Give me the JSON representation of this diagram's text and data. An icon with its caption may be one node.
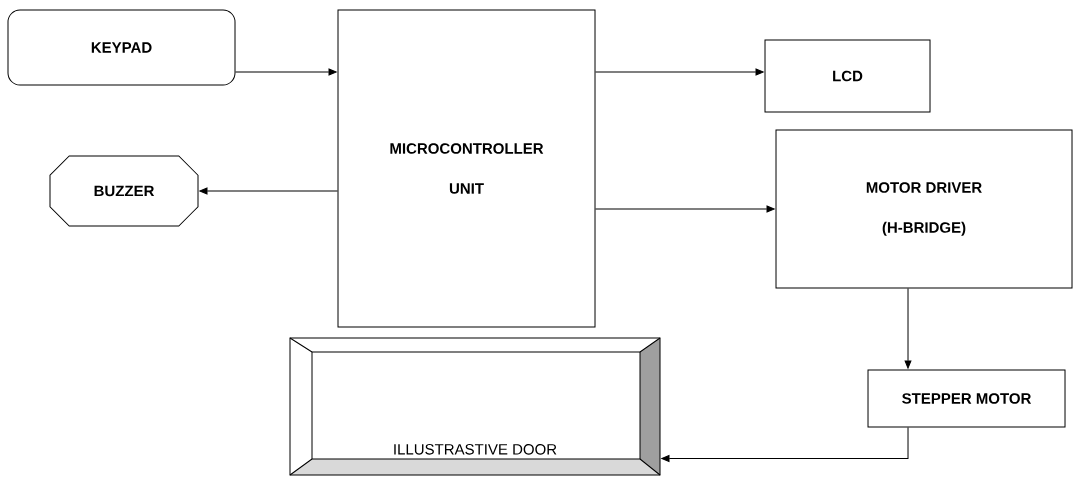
{
  "diagram": {
    "nodes": [
      {
        "text": [
          "KEYPAD"
        ]
      },
      {
        "text": [
          "MICROCONTROLLER",
          "UNIT"
        ]
      },
      {
        "text": [
          "LCD"
        ]
      },
      {
        "text": [
          "BUZZER"
        ]
      },
      {
        "text": [
          "MOTOR DRIVER",
          "(H-BRIDGE)"
        ]
      },
      {
        "text": [
          "STEPPER MOTOR"
        ]
      },
      {
        "text": [
          "ILLUSTRASTIVE DOOR"
        ]
      }
    ],
    "edges": [
      {
        "from": 0,
        "to": 1,
        "arrow": "to"
      },
      {
        "from": 1,
        "to": 2,
        "arrow": "to"
      },
      {
        "from": 1,
        "to": 3,
        "arrow": "to"
      },
      {
        "from": 1,
        "to": 4,
        "arrow": "to"
      },
      {
        "from": 4,
        "to": 5,
        "arrow": "to"
      },
      {
        "from": 5,
        "to": 6,
        "arrow": "to"
      }
    ]
  }
}
